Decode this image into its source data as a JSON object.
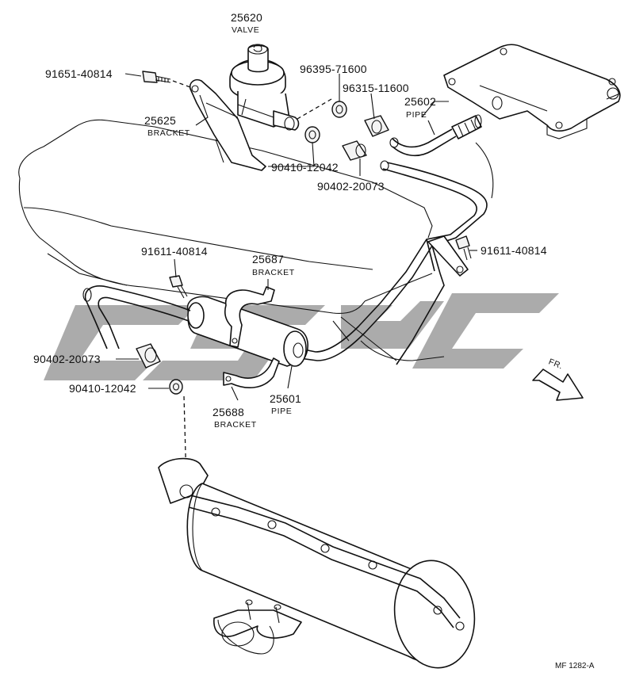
{
  "parts": {
    "valve": {
      "number": "25620",
      "name": "VALVE"
    },
    "bracket_25625": {
      "number": "25625",
      "name": "BRACKET"
    },
    "bracket_25687": {
      "number": "25687",
      "name": "BRACKET"
    },
    "bracket_25688": {
      "number": "25688",
      "name": "BRACKET"
    },
    "pipe_25601": {
      "number": "25601",
      "name": "PIPE"
    },
    "pipe_25602": {
      "number": "25602",
      "name": "PIPE"
    },
    "bolt_91651": {
      "number": "91651-40814"
    },
    "bolt_91611_left": {
      "number": "91611-40814"
    },
    "bolt_91611_right": {
      "number": "91611-40814"
    },
    "gasket_96395": {
      "number": "96395-71600"
    },
    "gasket_96315": {
      "number": "96315-11600"
    },
    "gasket_90410_top": {
      "number": "90410-12042"
    },
    "gasket_90410_bottom": {
      "number": "90410-12042"
    },
    "union_90402_top": {
      "number": "90402-20073"
    },
    "union_90402_left": {
      "number": "90402-20073"
    }
  },
  "direction_arrow": {
    "label": "FR."
  },
  "figure_ref": "MF 1282-A"
}
